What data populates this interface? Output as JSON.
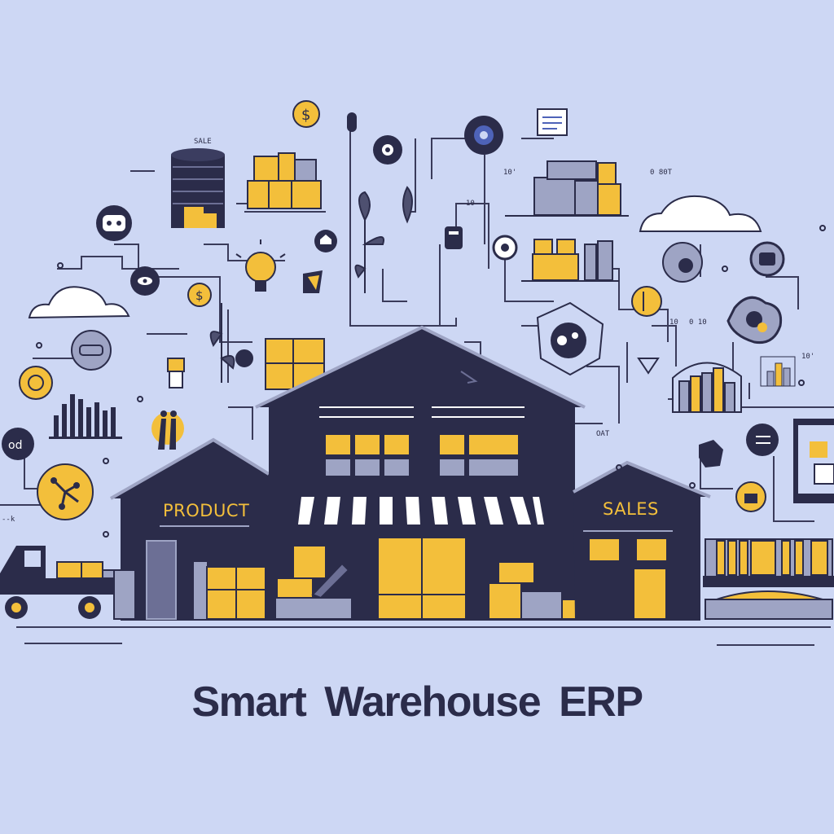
{
  "title": "Smart  Warehouse ERP",
  "signs": {
    "product": "PRODUCT",
    "sales": "SALES"
  },
  "labels": {
    "l10a": "10'",
    "l10b": "10",
    "l10c": "10",
    "l10d": "10'",
    "lcode1": "0 80T",
    "lcode2": "0 10",
    "lsale": "SALE",
    "lmisc": "OAT",
    "lleft": "--k"
  },
  "colors": {
    "background": "#cdd7f4",
    "dark": "#2b2c4a",
    "accent": "#f3bf3b",
    "cloud": "#ffffff",
    "line": "#3a3b5a"
  },
  "icons": [
    "dollar-coin-icon",
    "lightbulb-icon",
    "gear-icon",
    "cloud-icon",
    "database-icon",
    "bar-chart-icon",
    "truck-icon",
    "eye-icon",
    "people-icon",
    "document-icon",
    "thermometer-icon",
    "plant-icon"
  ]
}
